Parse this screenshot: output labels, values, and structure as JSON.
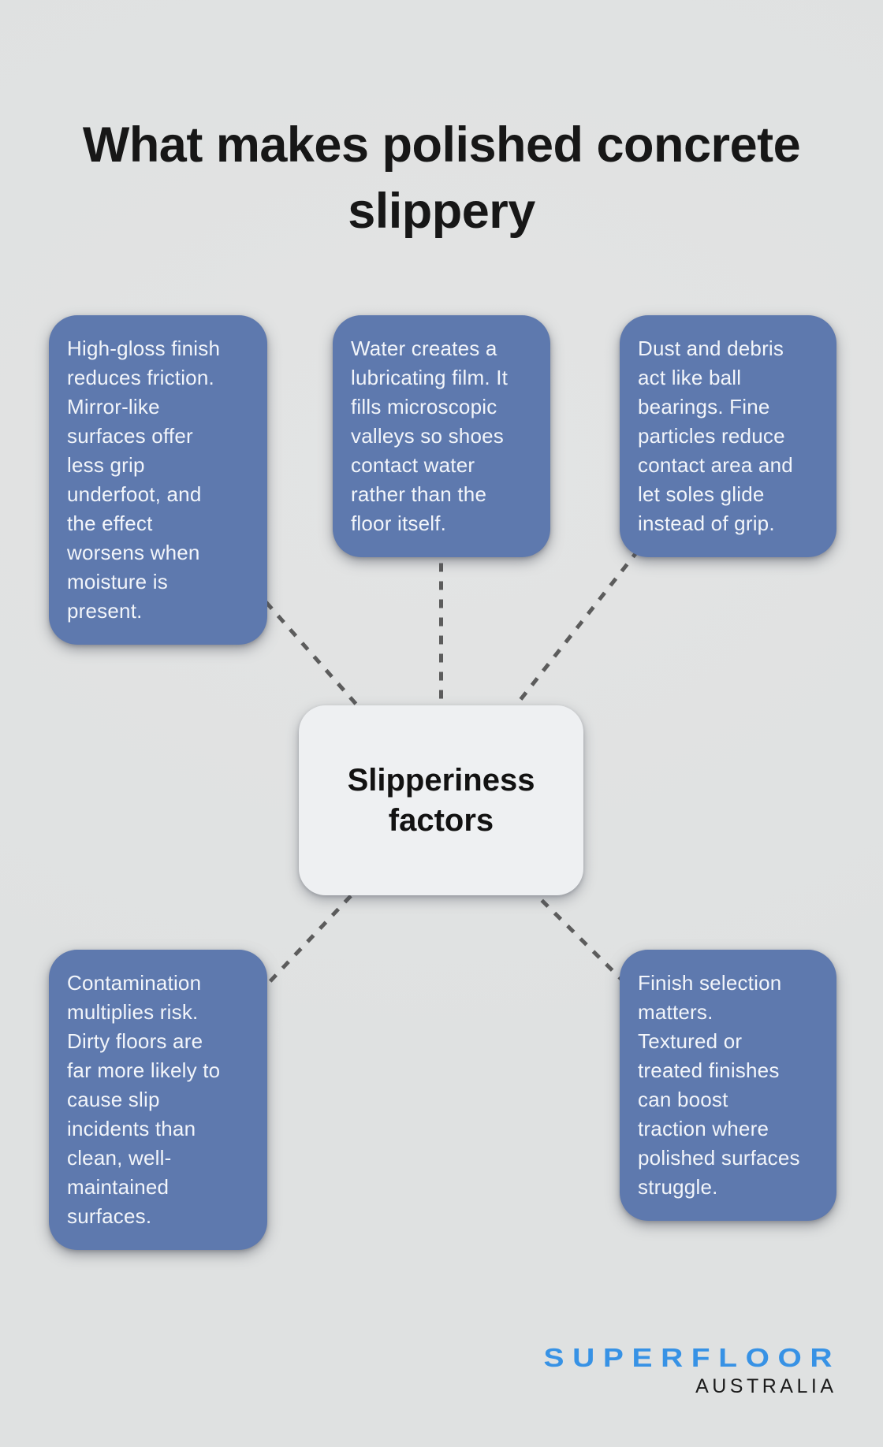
{
  "title": {
    "lines": [
      "What makes polished concrete",
      "slippery"
    ]
  },
  "center_node": {
    "lines": [
      "Slipperiness",
      "factors"
    ]
  },
  "cards": [
    {
      "id": "high-gloss-finish",
      "lines": [
        "High-gloss finish",
        "reduces friction.",
        "Mirror-like",
        "surfaces offer",
        "less grip",
        "underfoot, and",
        "the effect",
        "worsens when",
        "moisture is",
        "present."
      ]
    },
    {
      "id": "water-film",
      "lines": [
        "Water creates a",
        "lubricating film. It",
        "fills microscopic",
        "valleys so shoes",
        "contact water",
        "rather than the",
        "floor itself."
      ]
    },
    {
      "id": "dust-debris",
      "lines": [
        "Dust and debris",
        "act like ball",
        "bearings. Fine",
        "particles reduce",
        "contact area and",
        "let soles glide",
        "instead of grip."
      ]
    },
    {
      "id": "contamination",
      "lines": [
        "Contamination",
        "multiplies risk.",
        "Dirty floors are",
        "far more likely to",
        "cause slip",
        "incidents than",
        "clean, well-",
        "maintained",
        "surfaces."
      ]
    },
    {
      "id": "finish-selection",
      "lines": [
        "Finish selection",
        "matters.",
        "Textured or",
        "treated finishes",
        "can boost",
        "traction where",
        "polished surfaces",
        "struggle."
      ]
    }
  ],
  "logo": {
    "brand": "SUPERFLOOR",
    "region": "AUSTRALIA"
  },
  "colors": {
    "card_blue": "#5e79ae",
    "card_text": "#f2f5fa",
    "node_bg": "#eef0f2",
    "background": "#dfe1e1",
    "dash": "#5c5c5c",
    "logo_blue": "#3792e5",
    "title_text": "#171717"
  }
}
